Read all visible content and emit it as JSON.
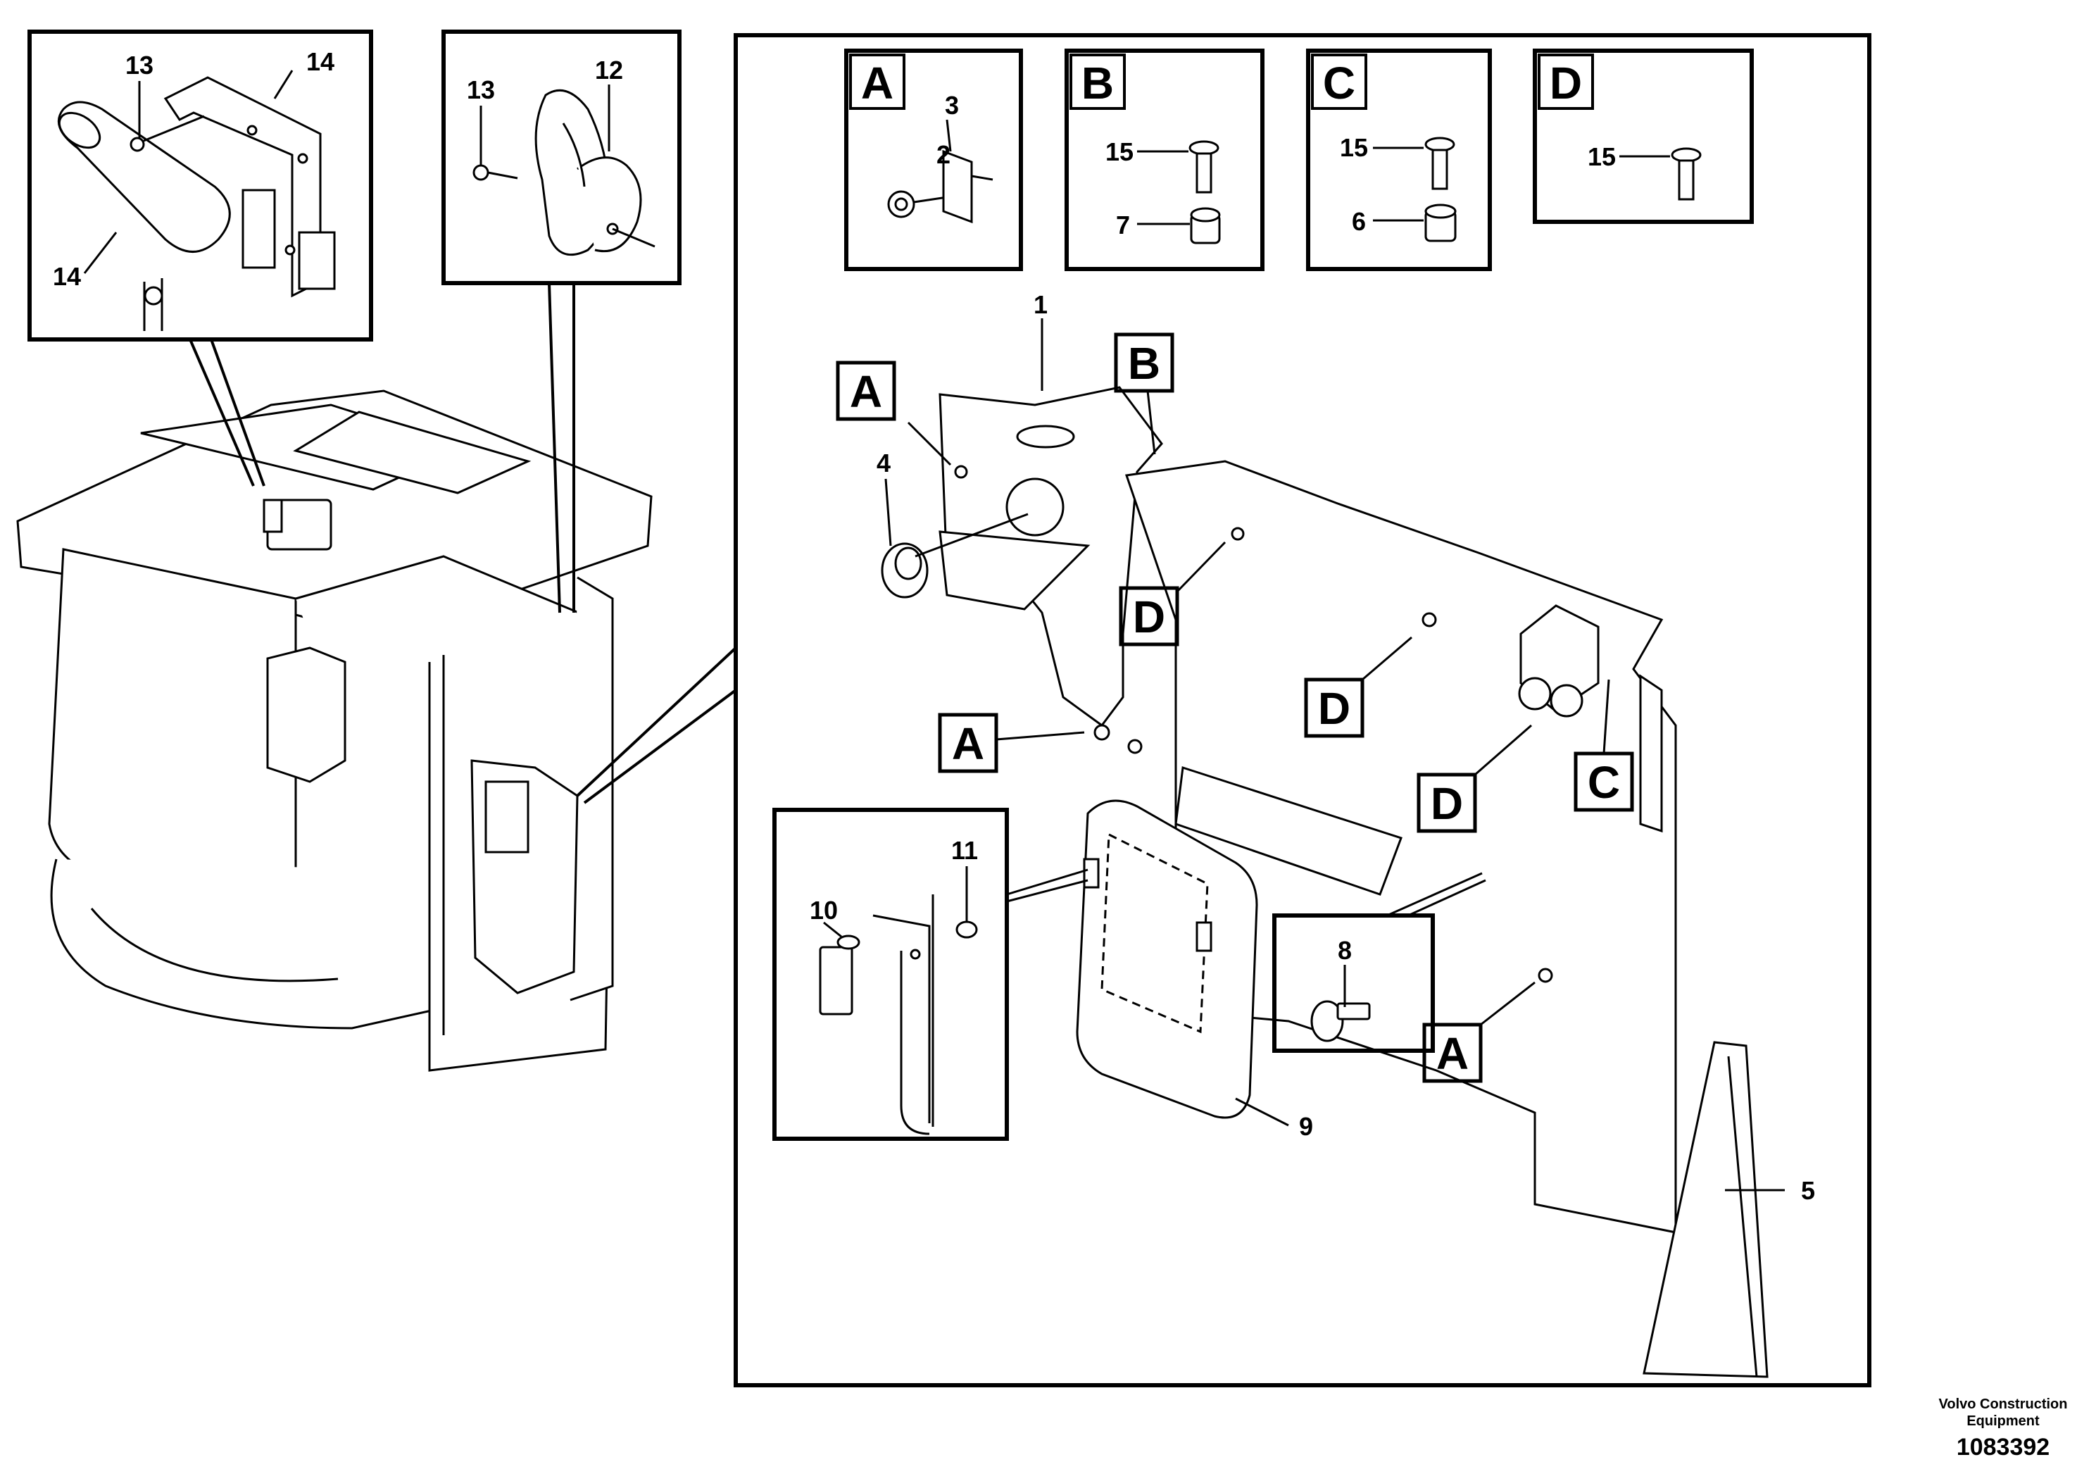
{
  "detail_letters": [
    "A",
    "B",
    "C",
    "D"
  ],
  "part_numbers": {
    "p1": "1",
    "p2": "2",
    "p3": "3",
    "p4": "4",
    "p5": "5",
    "p6": "6",
    "p7": "7",
    "p8": "8",
    "p9": "9",
    "p10": "10",
    "p11": "11",
    "p12": "12",
    "p13": "13",
    "p14": "14",
    "p15": "15"
  },
  "footer": {
    "company_line1": "Volvo Construction",
    "company_line2": "Equipment",
    "drawing_number": "1083392"
  }
}
